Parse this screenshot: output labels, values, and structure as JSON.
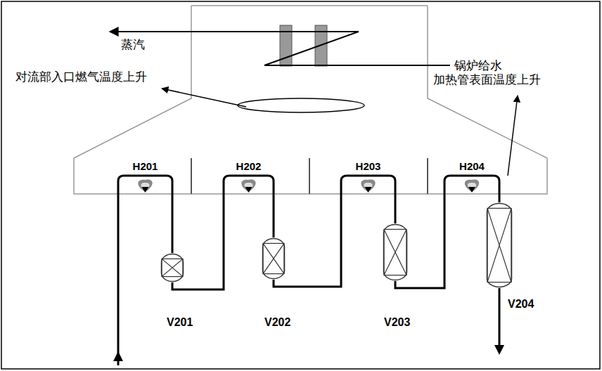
{
  "diagram": {
    "nodes": [
      {
        "text": [
          "H201"
        ]
      },
      {
        "text": [
          "H202"
        ]
      },
      {
        "text": [
          "H203"
        ]
      },
      {
        "text": [
          "H204"
        ]
      },
      {
        "text": [
          "V201"
        ]
      },
      {
        "text": [
          "V202"
        ]
      },
      {
        "text": [
          "V203"
        ]
      },
      {
        "text": [
          "V204"
        ]
      }
    ],
    "edges": [
      {
        "from": 0,
        "to": 4,
        "arrow": "none"
      },
      {
        "from": 4,
        "to": 1,
        "arrow": "none"
      },
      {
        "from": 1,
        "to": 5,
        "arrow": "none"
      },
      {
        "from": 5,
        "to": 2,
        "arrow": "none"
      },
      {
        "from": 2,
        "to": 6,
        "arrow": "none"
      },
      {
        "from": 6,
        "to": 3,
        "arrow": "none"
      },
      {
        "from": 3,
        "to": 7,
        "arrow": "none"
      }
    ],
    "labels": [
      "蒸汽",
      "锅炉给水",
      "对流部入口燃气温度上升",
      "加热管表面温度上升"
    ]
  }
}
